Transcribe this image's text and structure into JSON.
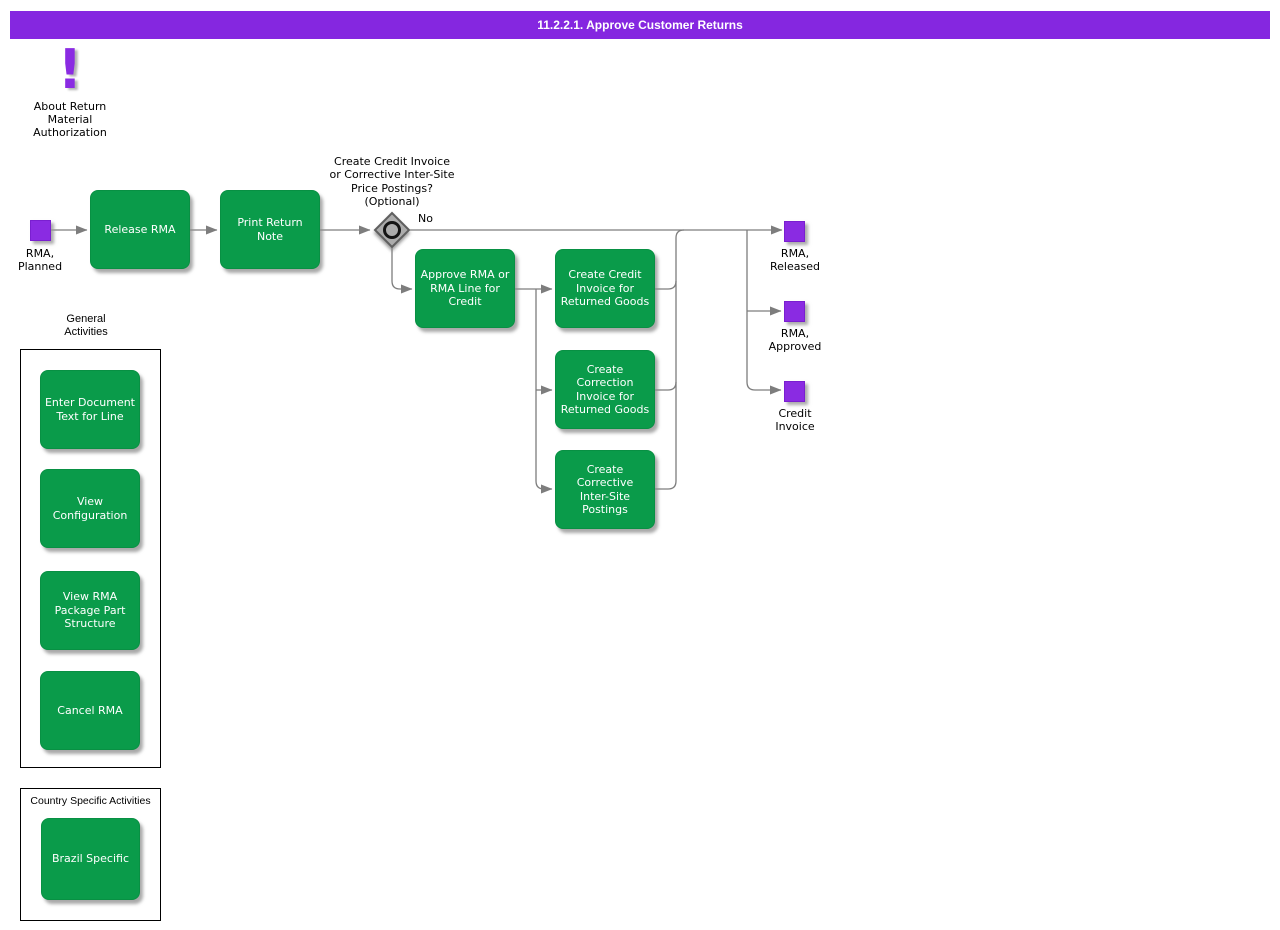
{
  "header": {
    "title": "11.2.2.1. Approve Customer Returns"
  },
  "colors": {
    "task_green": "#0a9b4a",
    "event_purple": "#8a2be2",
    "header_purple": "#8527e0",
    "line_gray": "#7d7d7d"
  },
  "about": {
    "icon_glyph": "!",
    "label": "About Return\nMaterial\nAuthorization"
  },
  "events": {
    "rma_planned": "RMA,\nPlanned",
    "rma_released": "RMA,\nReleased",
    "rma_approved": "RMA,\nApproved",
    "credit_invoice": "Credit\nInvoice"
  },
  "tasks": {
    "release_rma": "Release RMA",
    "print_return_note": "Print Return\nNote",
    "approve_rma": "Approve RMA or\nRMA Line for\nCredit",
    "create_credit_invoice": "Create Credit\nInvoice for\nReturned Goods",
    "create_correction_invoice": "Create\nCorrection\nInvoice for\nReturned Goods",
    "create_corrective_postings": "Create\nCorrective\nInter-Site\nPostings"
  },
  "decision": {
    "question": "Create Credit Invoice\nor Corrective Inter-Site\nPrice Postings?\n(Optional)",
    "no_label": "No"
  },
  "groups": {
    "general": {
      "title": "General\nActivities",
      "items": [
        "Enter Document\nText for Line",
        "View\nConfiguration",
        "View RMA\nPackage Part\nStructure",
        "Cancel RMA"
      ]
    },
    "country": {
      "title": "Country Specific Activities",
      "items": [
        "Brazil Specific"
      ]
    }
  }
}
